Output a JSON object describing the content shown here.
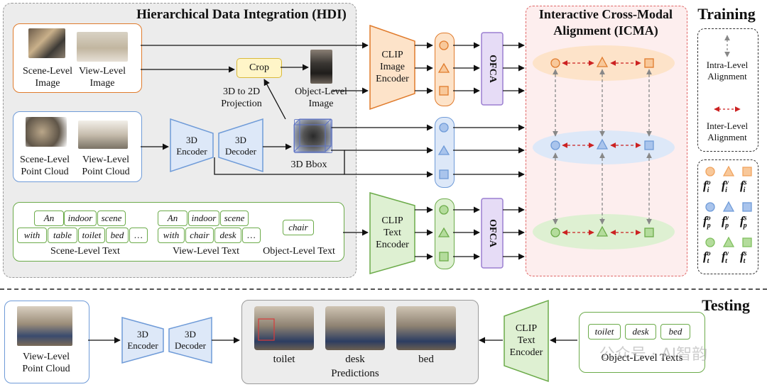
{
  "sections": {
    "training": "Training",
    "testing": "Testing",
    "hdi_title": "Hierarchical Data Integration (HDI)",
    "icma_title_line1": "Interactive Cross-Modal",
    "icma_title_line2": "Alignment (ICMA)"
  },
  "hdi": {
    "scene_image": [
      "Scene-Level",
      "Image"
    ],
    "view_image": [
      "View-Level",
      "Image"
    ],
    "crop": "Crop",
    "object_image": [
      "Object-Level",
      "Image"
    ],
    "projection": [
      "3D to 2D",
      "Projection"
    ],
    "scene_pc": [
      "Scene-Level",
      "Point Cloud"
    ],
    "view_pc": [
      "View-Level",
      "Point Cloud"
    ],
    "encoder_3d": [
      "3D",
      "Encoder"
    ],
    "decoder_3d": [
      "3D",
      "Decoder"
    ],
    "bbox": "3D Bbox",
    "scene_words": [
      "An",
      "indoor",
      "scene",
      "with",
      "table",
      "toilet",
      "bed",
      "…"
    ],
    "view_words": [
      "An",
      "indoor",
      "scene",
      "with",
      "chair",
      "desk",
      "…"
    ],
    "object_word": "chair",
    "scene_text": "Scene-Level Text",
    "view_text": "View-Level Text",
    "object_text": "Object-Level Text"
  },
  "encoders": {
    "clip_image": [
      "CLIP",
      "Image",
      "Encoder"
    ],
    "clip_text": [
      "CLIP",
      "Text",
      "Encoder"
    ],
    "ofca": "OFCA"
  },
  "legend": {
    "intra": [
      "Intra-Level",
      "Alignment"
    ],
    "inter": [
      "Inter-Level",
      "Alignment"
    ],
    "features": {
      "rows": [
        {
          "sub": "i",
          "color": "#f0a35e",
          "fill": "#f8c89a"
        },
        {
          "sub": "p",
          "color": "#6f9bd8",
          "fill": "#a9c4ec"
        },
        {
          "sub": "t",
          "color": "#7fbf5e",
          "fill": "#b4dc9c"
        }
      ],
      "sups": [
        "o",
        "v",
        "s"
      ],
      "base": "f"
    }
  },
  "testing": {
    "view_pc": [
      "View-Level",
      "Point Cloud"
    ],
    "encoder_3d": [
      "3D",
      "Encoder"
    ],
    "decoder_3d": [
      "3D",
      "Decoder"
    ],
    "predictions": [
      "toilet",
      "desk",
      "bed"
    ],
    "predictions_label": "Predictions",
    "clip_text": [
      "CLIP",
      "Text",
      "Encoder"
    ],
    "object_words": [
      "toilet",
      "desk",
      "bed"
    ],
    "object_texts": "Object-Level Texts",
    "watermark": "公众号 · AI智韵"
  },
  "colors": {
    "image_orange": "#e07b2c",
    "point_blue": "#6f9bd8",
    "text_green": "#6cab4a",
    "ofca_purple": "#9b7fd1",
    "inter_red": "#cc2222"
  }
}
